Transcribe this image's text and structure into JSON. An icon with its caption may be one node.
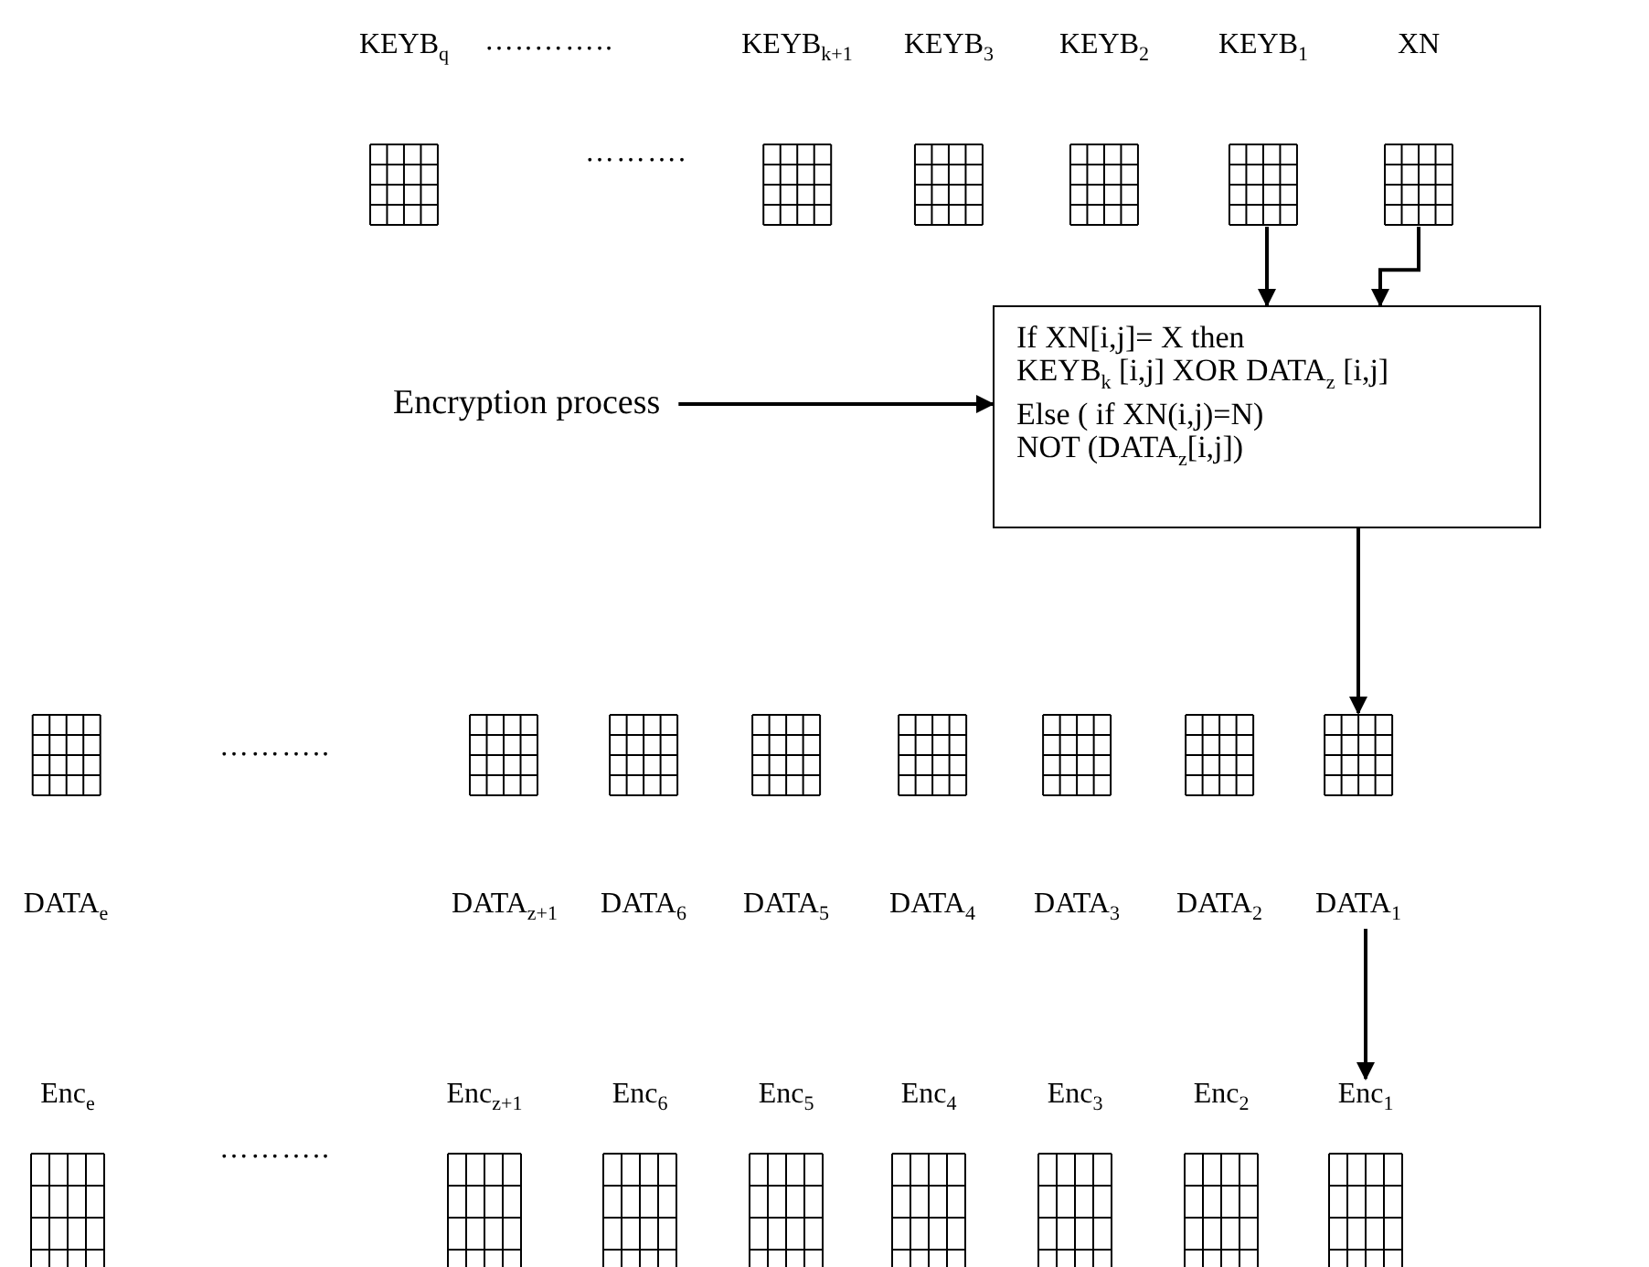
{
  "diagram": {
    "nodes": [
      {
        "text": [
          "KEYB$_{q}$"
        ]
      },
      {
        "text": [
          "KEYB$_{k+1}$"
        ]
      },
      {
        "text": [
          "KEYB$_{3}$"
        ]
      },
      {
        "text": [
          "KEYB$_{2}$"
        ]
      },
      {
        "text": [
          "KEYB$_{1}$"
        ]
      },
      {
        "text": [
          "XN"
        ]
      },
      {
        "text": [
          "Encryption process"
        ]
      },
      {
        "text": [
          "If  XN[i,j]= X then",
          "KEYB$_{k}$ [i,j] XOR DATA$_{z}$ [i,j]",
          "Else ( if XN(i,j)=N)",
          "NOT (DATA$_{z}$[i,j])"
        ]
      },
      {
        "text": [
          "DATA$_{e}$"
        ]
      },
      {
        "text": [
          "DATA$_{z+1}$"
        ]
      },
      {
        "text": [
          "DATA$_{6}$"
        ]
      },
      {
        "text": [
          "DATA$_{5}$"
        ]
      },
      {
        "text": [
          "DATA$_{4}$"
        ]
      },
      {
        "text": [
          "DATA$_{3}$"
        ]
      },
      {
        "text": [
          "DATA$_{2}$"
        ]
      },
      {
        "text": [
          "DATA$_{1}$"
        ]
      },
      {
        "text": [
          "Enc$_{e}$"
        ]
      },
      {
        "text": [
          "Enc$_{z+1}$"
        ]
      },
      {
        "text": [
          "Enc$_{6}$"
        ]
      },
      {
        "text": [
          "Enc$_{5}$"
        ]
      },
      {
        "text": [
          "Enc$_{4}$"
        ]
      },
      {
        "text": [
          "Enc$_{3}$"
        ]
      },
      {
        "text": [
          "Enc$_{2}$"
        ]
      },
      {
        "text": [
          "Enc$_{1}$"
        ]
      }
    ],
    "edges": [
      {
        "from": 4,
        "to": 7,
        "arrow": "to"
      },
      {
        "from": 5,
        "to": 7,
        "arrow": "to"
      },
      {
        "from": 6,
        "to": 7,
        "arrow": "to"
      },
      {
        "from": 7,
        "to": 15,
        "arrow": "to"
      },
      {
        "from": 15,
        "to": 23,
        "arrow": "to"
      }
    ],
    "labels": [
      "…..……..",
      "……….",
      "………..",
      "……….."
    ]
  }
}
